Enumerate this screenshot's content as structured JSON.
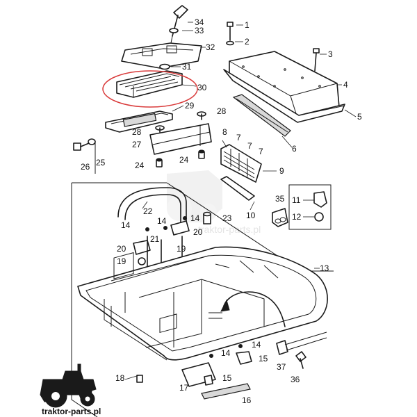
{
  "part_numbers": [
    "1",
    "2",
    "3",
    "4",
    "5",
    "6",
    "7",
    "7",
    "7",
    "8",
    "9",
    "10",
    "11",
    "12",
    "13",
    "14",
    "14",
    "14",
    "14",
    "14",
    "15",
    "15",
    "16",
    "17",
    "18",
    "19",
    "19",
    "20",
    "20",
    "21",
    "22",
    "23",
    "24",
    "24",
    "25",
    "26",
    "27",
    "28",
    "28",
    "29",
    "30",
    "31",
    "32",
    "33",
    "34",
    "35",
    "36",
    "37"
  ],
  "brand": "traktor-parts.pl",
  "watermark": "traktor-parts.pl",
  "colors": {
    "line": "#1a1a1a",
    "highlight": "#d93a3a",
    "watermark": "#cfcfcf"
  }
}
